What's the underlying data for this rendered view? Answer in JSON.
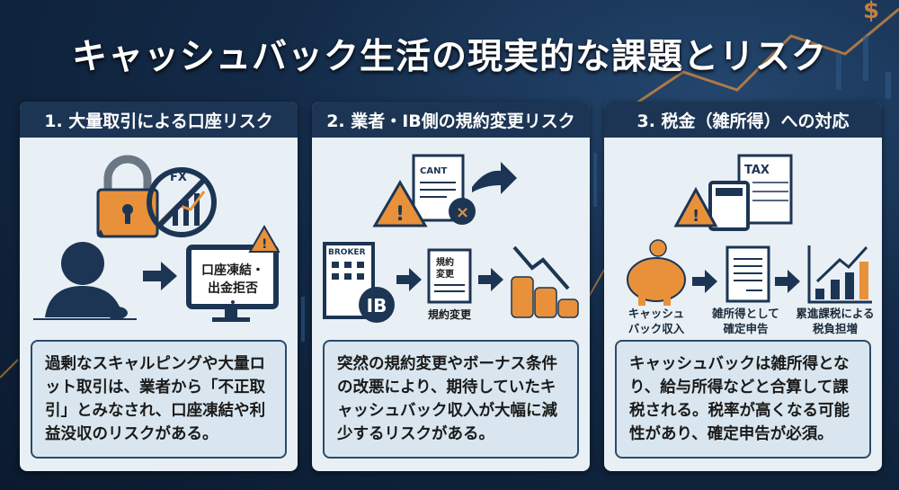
{
  "title": "キャッシュバック生活の現実的な課題とリスク",
  "colors": {
    "navy": "#1c3554",
    "orange": "#e8913a",
    "panel": "#e8f0f5"
  },
  "panels": [
    {
      "heading": "1. 大量取引による口座リスク",
      "icons": [
        "lock-icon",
        "no-fx-icon",
        "stressed-trader-icon",
        "monitor-warning-icon"
      ],
      "fx_label": "FX",
      "monitor_text_1": "口座凍結・",
      "monitor_text_2": "出金拒否",
      "body": "過剰なスキャルピングや大量ロット取引は、業者から「不正取引」とみなされ、口座凍結や利益没収のリスクがある。"
    },
    {
      "heading": "2. 業者・IB側の規約変更リスク",
      "doc_label": "CANT",
      "broker_label": "BROKER",
      "ib_label": "IB",
      "doc2_label_1": "規約",
      "doc2_label_2": "変更",
      "caption": "規約変更",
      "body": "突然の規約変更やボーナス条件の改悪により、期待していたキャッシュバック収入が大幅に減少するリスクがある。"
    },
    {
      "heading": "3. 税金（雑所得）への対応",
      "tax_label": "TAX",
      "step1": "キャッシュ\nバック収入",
      "step2": "雑所得として\n確定申告",
      "step3": "累進課税による\n税負担増",
      "body": "キャッシュバックは雑所得となり、給与所得などと合算して課税される。税率が高くなる可能性があり、確定申告が必須。"
    }
  ]
}
